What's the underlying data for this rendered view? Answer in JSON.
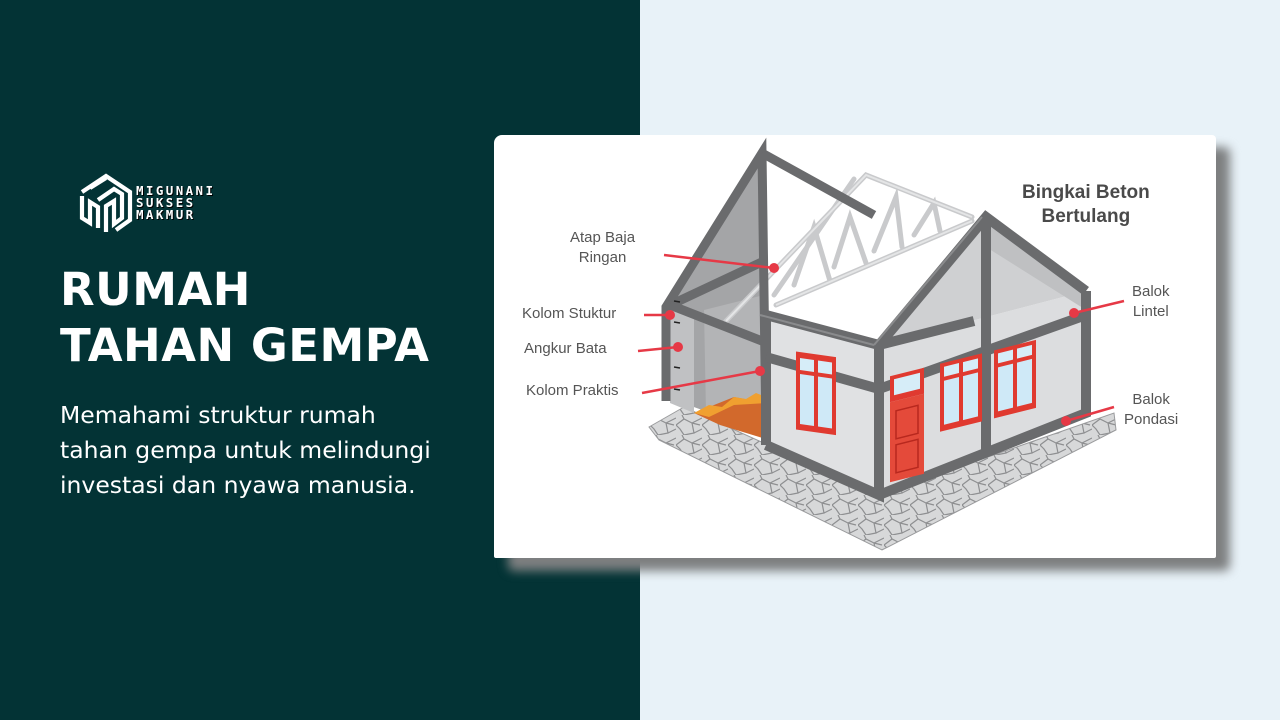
{
  "brand": {
    "logo_icon": "cube-m-logo-icon",
    "name_lines": [
      "MIGUNANI",
      "SUKSES",
      "MAKMUR"
    ]
  },
  "hero": {
    "title_lines": [
      "RUMAH",
      "TAHAN GEMPA"
    ],
    "subtitle_lines": [
      "Memahami struktur rumah",
      "tahan gempa untuk melindungi",
      "investasi dan nyawa manusia."
    ]
  },
  "diagram": {
    "heading_lines": [
      "Bingkai Beton",
      "Bertulang"
    ],
    "labels": {
      "atap_baja_ringan": [
        "Atap Baja",
        "Ringan"
      ],
      "kolom_struktur": "Kolom Stuktur",
      "angkur_bata": "Angkur Bata",
      "kolom_praktis": "Kolom Praktis",
      "balok_lintel": [
        "Balok",
        "Lintel"
      ],
      "balok_pondasi": [
        "Balok",
        "Pondasi"
      ]
    }
  },
  "colors": {
    "left_bg": "#033335",
    "right_bg": "#e8f2f8",
    "frame_grey": "#6a6b6d",
    "wall_light": "#dcdddf",
    "wall_dark": "#a9aaac",
    "pointer_red": "#e63946",
    "window_red": "#e03a30",
    "floor_orange": "#d2692c"
  }
}
